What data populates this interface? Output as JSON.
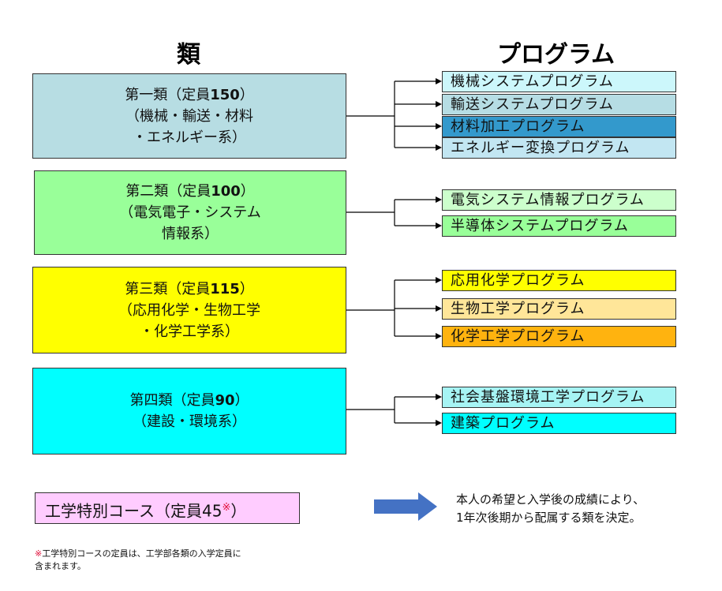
{
  "headers": {
    "left": "類",
    "right": "プログラム"
  },
  "groups": [
    {
      "name": "第一類（定員",
      "capacity": "150",
      "close": "）",
      "line2": "（機械・輸送・材料",
      "line3": "・エネルギー系）",
      "color": "#b7dde3"
    },
    {
      "name": "第二類（定員",
      "capacity": "100",
      "close": "）",
      "line2": "（電気電子・システム",
      "line3": "情報系）",
      "color": "#99ff99"
    },
    {
      "name": "第三類（定員",
      "capacity": "115",
      "close": "）",
      "line2": "（応用化学・生物工学",
      "line3": "・化学工学系）",
      "color": "#ffff00"
    },
    {
      "name": "第四類（定員",
      "capacity": "90",
      "close": "）",
      "line2": "（建設・環境系）",
      "line3": "",
      "color": "#00ffff"
    }
  ],
  "programs": [
    {
      "label": "機械システムプログラム",
      "color": "#ccf7fb"
    },
    {
      "label": "輸送システムプログラム",
      "color": "#b6dde4"
    },
    {
      "label": "材料加工プログラム",
      "color": "#3399cc"
    },
    {
      "label": "エネルギー変換プログラム",
      "color": "#c2e6f2"
    },
    {
      "label": "電気システム情報プログラム",
      "color": "#ccffcc"
    },
    {
      "label": "半導体システムプログラム",
      "color": "#99ff99"
    },
    {
      "label": "応用化学プログラム",
      "color": "#ffff00"
    },
    {
      "label": "生物工学プログラム",
      "color": "#ffe699"
    },
    {
      "label": "化学工学プログラム",
      "color": "#ffb30f"
    },
    {
      "label": "社会基盤環境工学プログラム",
      "color": "#a6f4f4"
    },
    {
      "label": "建築プログラム",
      "color": "#00ffff"
    }
  ],
  "special": {
    "text": "工学特別コース（定員45",
    "mark": "※",
    "close": "）",
    "color": "#ffccff"
  },
  "note": {
    "line1": "本人の希望と入学後の成績により、",
    "line2": "1年次後期から配属する類を決定。"
  },
  "footnote": {
    "mark": "※",
    "text": "工学特別コースの定員は、工学部各類の入学定員に",
    "line2": "含まれます。"
  },
  "colors": {
    "arrow": "#4472c4",
    "line": "#000000"
  }
}
